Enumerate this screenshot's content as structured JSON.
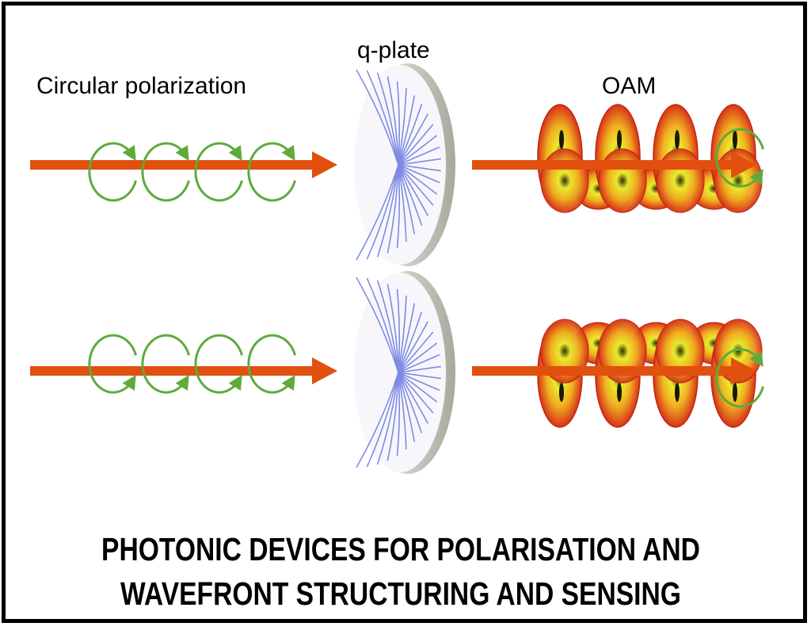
{
  "labels": {
    "input": "Circular polarization",
    "device": "q-plate",
    "output": "OAM"
  },
  "title": {
    "line1": "PHOTONIC DEVICES FOR POLARISATION AND",
    "line2": "WAVEFRONT STRUCTURING AND SENSING"
  },
  "colors": {
    "beam": "#e1500f",
    "polarization": "#5eab3c",
    "qplate_lines": "#6a78e0",
    "frame": "#000000",
    "helix_outer": "#d8321a",
    "helix_inner": "#f0f030"
  },
  "rows": [
    {
      "name": "top",
      "circular_loops": 4,
      "helix_turns": 4,
      "handedness": "right",
      "output_rotation": "counter-clockwise"
    },
    {
      "name": "bottom",
      "circular_loops": 4,
      "helix_turns": 4,
      "handedness": "left",
      "output_rotation": "clockwise"
    }
  ]
}
